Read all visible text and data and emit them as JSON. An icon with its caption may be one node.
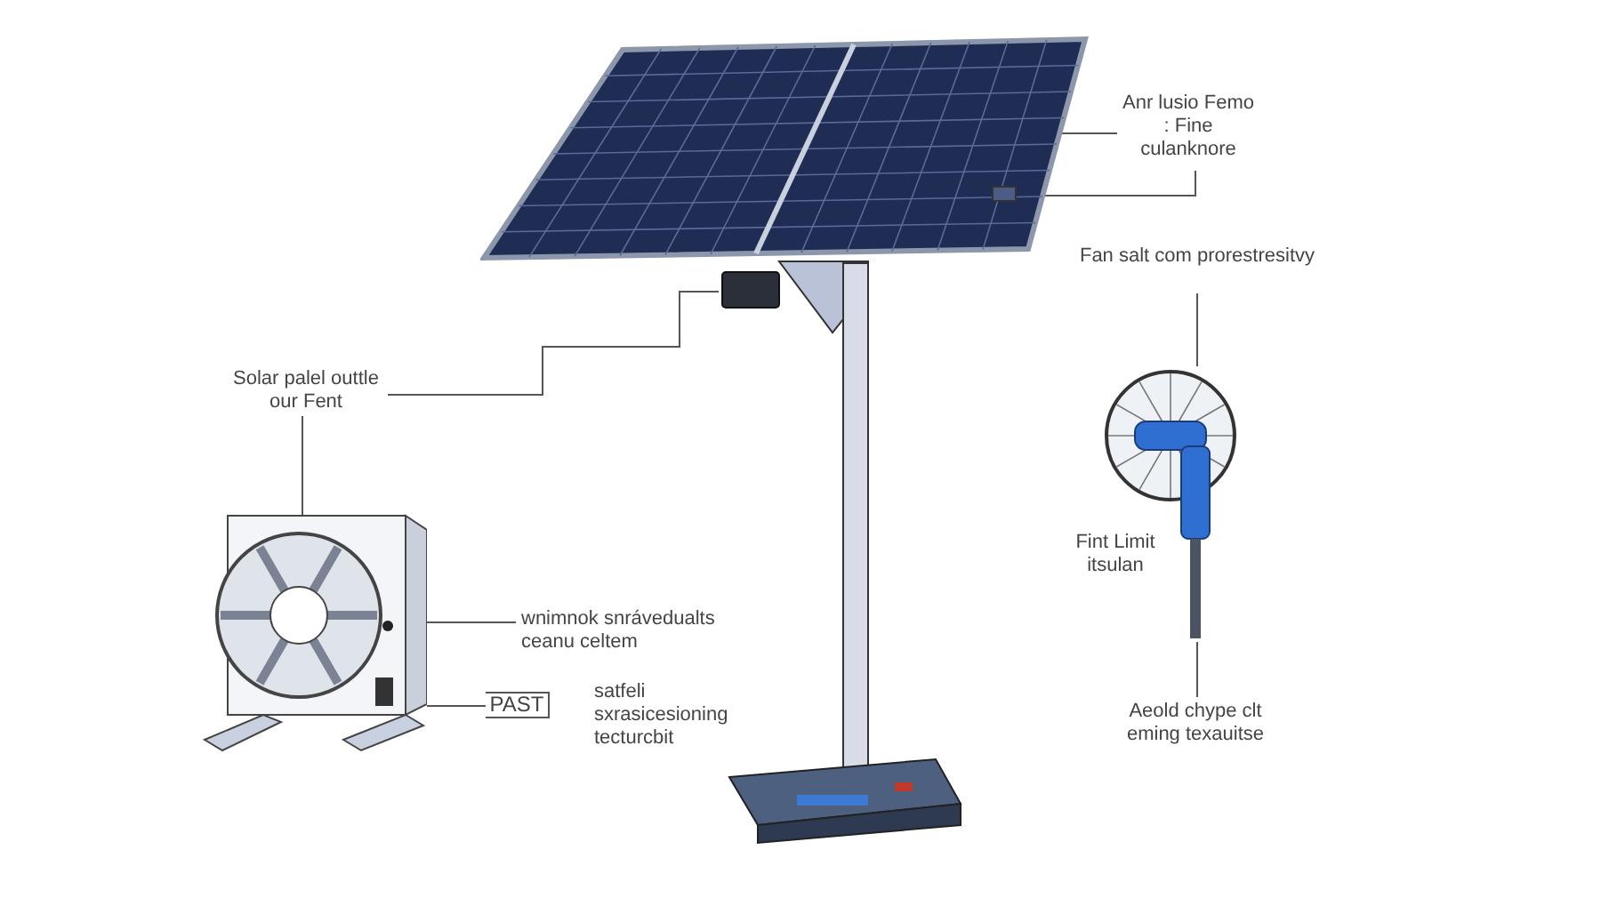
{
  "diagram": {
    "nodes": [
      {
        "text": [
          "Anr lusio Femo : Fine culanknore"
        ]
      },
      {
        "text": [
          "Fan salt com prorestresitvy"
        ]
      },
      {
        "text": [
          "Solar palel outtle our Fent"
        ]
      },
      {
        "text": [
          "wnimnok snrávedualts ceanu celtem"
        ]
      },
      {
        "text": [
          "PAST"
        ]
      },
      {
        "text": [
          "Aeold chype clt eming texauitse"
        ]
      },
      {
        "text": [],
        "shape": "picture"
      },
      {
        "text": [],
        "shape": "picture"
      },
      {
        "text": [],
        "shape": "box"
      },
      {
        "text": [],
        "shape": "picture"
      },
      {
        "text": [],
        "shape": "picture"
      }
    ],
    "edges": [
      {
        "from": 0,
        "to": 7,
        "arrow": "none"
      },
      {
        "from": 0,
        "to": 9,
        "arrow": "none"
      },
      {
        "from": 1,
        "to": 10,
        "arrow": "none"
      },
      {
        "from": 2,
        "to": 8,
        "arrow": "none"
      },
      {
        "from": 2,
        "to": 6,
        "arrow": "none"
      },
      {
        "from": 3,
        "to": 6,
        "arrow": "none"
      },
      {
        "from": 4,
        "to": 6,
        "arrow": "none"
      },
      {
        "from": 5,
        "to": 10,
        "arrow": "none"
      }
    ],
    "labels": [
      "satfeli sxrasicesioning tecturcbit",
      "Fint Limit itsulan"
    ]
  }
}
